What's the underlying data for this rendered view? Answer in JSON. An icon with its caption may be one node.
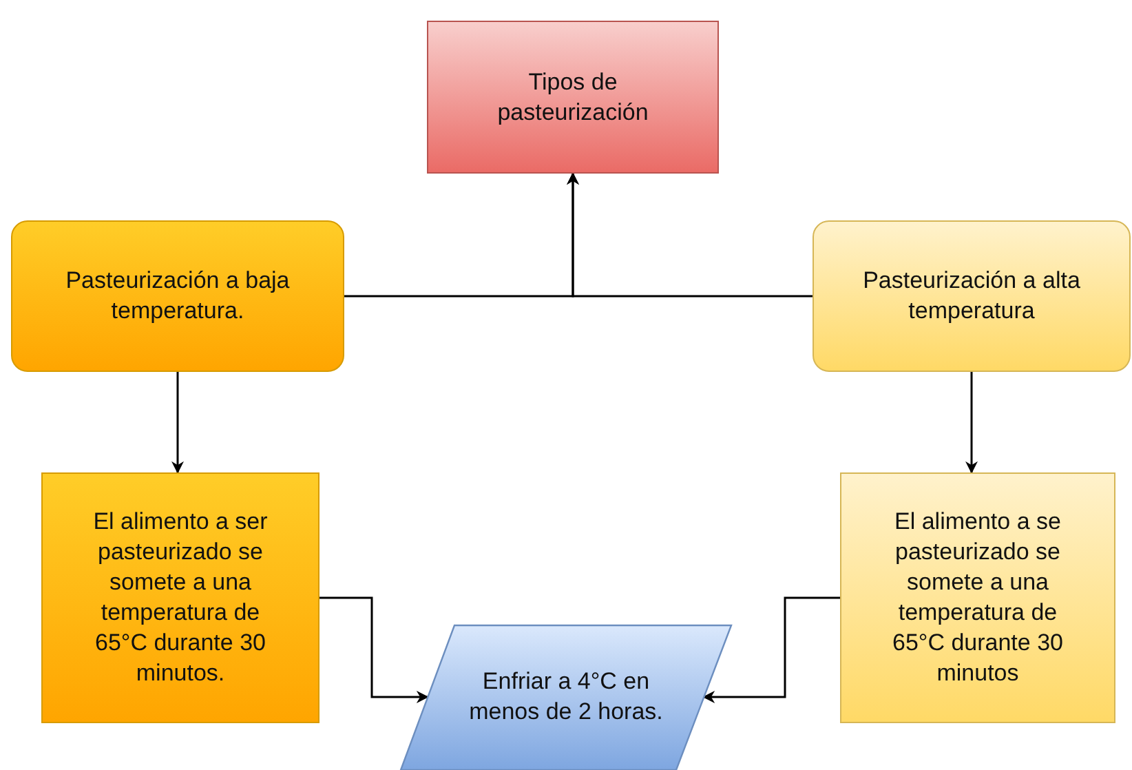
{
  "diagram": {
    "nodes": [
      {
        "text": [
          "Tipos de pasteurización"
        ]
      },
      {
        "text": [
          "Pasteurización a baja temperatura."
        ]
      },
      {
        "text": [
          "Pasteurización a alta temperatura"
        ]
      },
      {
        "text": [
          "El alimento a ser pasteurizado se somete a una temperatura de 65°C durante 30 minutos."
        ]
      },
      {
        "text": [
          "El alimento a se pasteurizado se somete a una temperatura de 65°C durante 30 minutos"
        ]
      },
      {
        "text": [
          "Enfriar a 4°C en menos de 2 horas."
        ]
      }
    ],
    "edges": [
      {
        "from": 1,
        "to": 0,
        "arrow": "to"
      },
      {
        "from": 2,
        "to": 0,
        "arrow": "to"
      },
      {
        "from": 1,
        "to": 3,
        "arrow": "to"
      },
      {
        "from": 2,
        "to": 4,
        "arrow": "to"
      },
      {
        "from": 3,
        "to": 5,
        "arrow": "to"
      },
      {
        "from": 4,
        "to": 5,
        "arrow": "to"
      }
    ]
  }
}
